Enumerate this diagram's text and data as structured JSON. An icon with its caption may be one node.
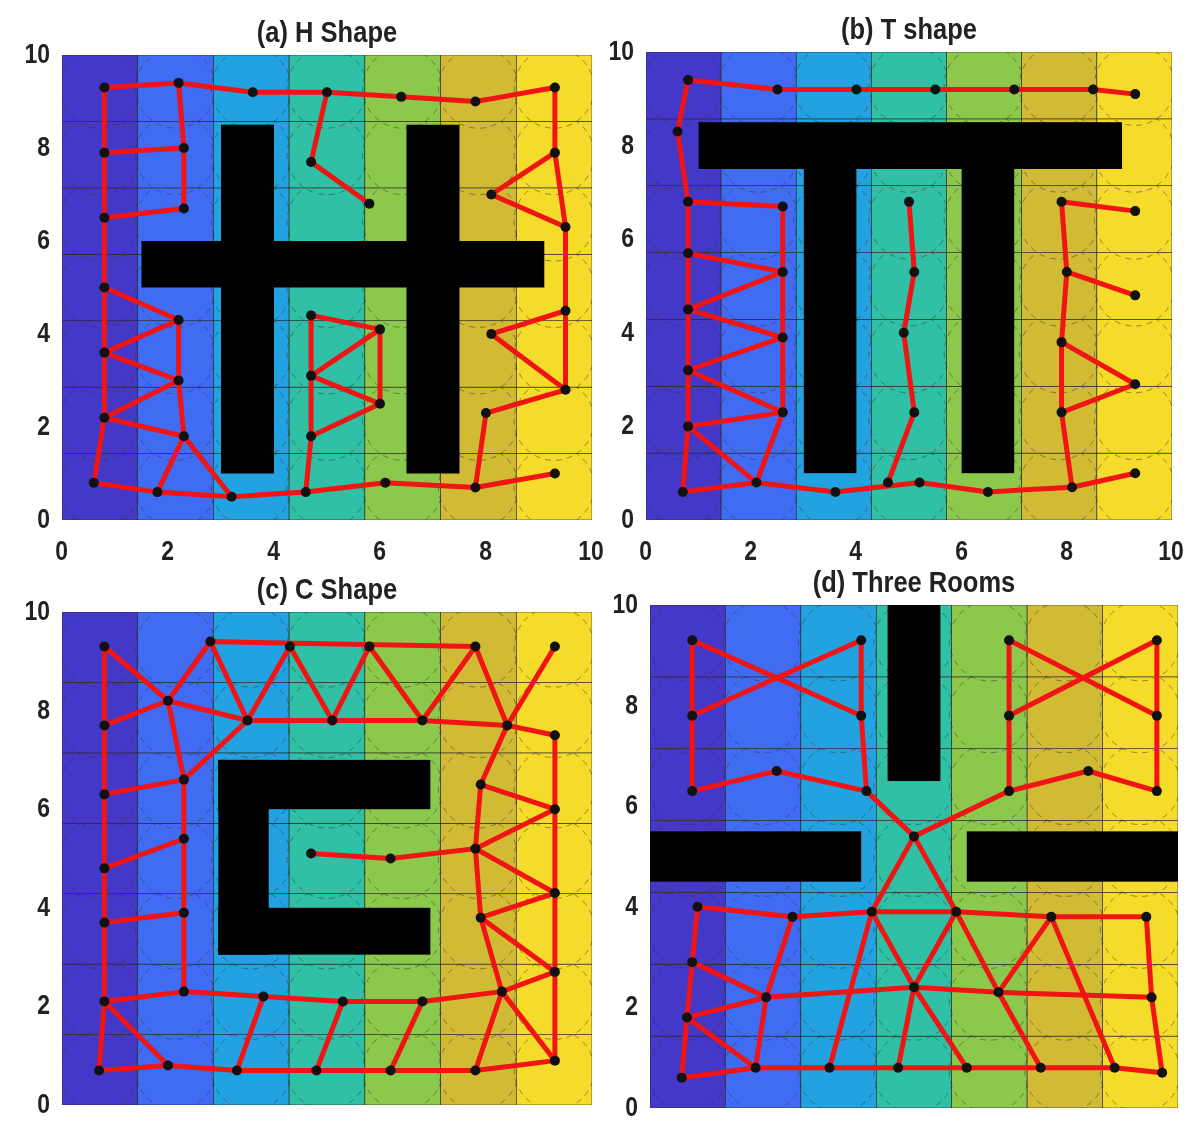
{
  "diagram": {
    "labels": [
      "(a) H Shape",
      "(b) T shape",
      "10",
      "8",
      "6",
      "4",
      "2",
      "0",
      "10",
      "8",
      "6",
      "4",
      "2",
      "0",
      "0",
      "2",
      "4",
      "6",
      "8",
      "10",
      "0",
      "2",
      "4",
      "6",
      "8",
      "10",
      "(c) C Shape",
      "(d) Three Rooms",
      "10",
      "8",
      "6",
      "4",
      "2",
      "0",
      "10",
      "8",
      "6",
      "4",
      "2",
      "0"
    ]
  }
}
